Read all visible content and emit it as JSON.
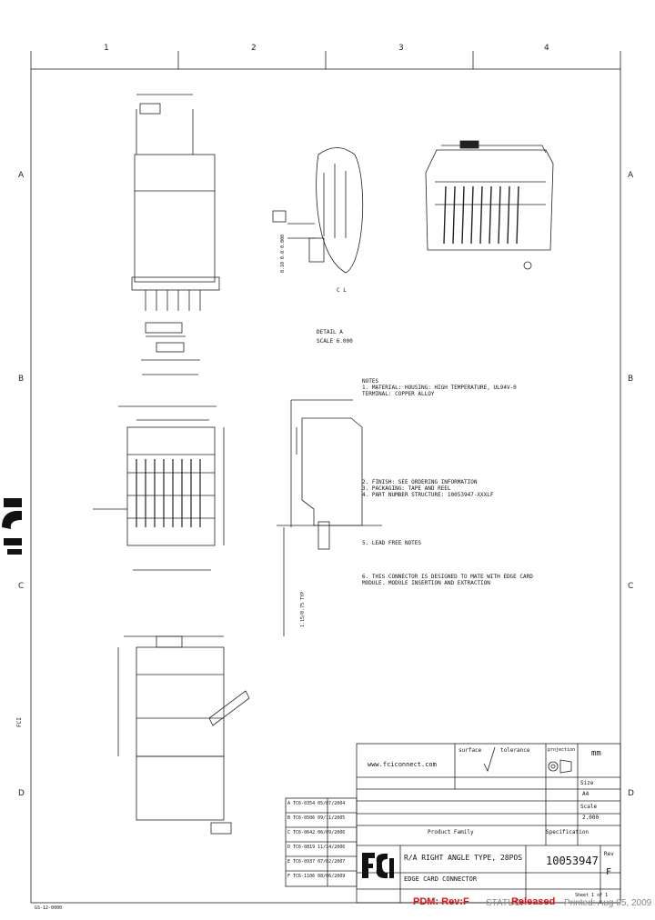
{
  "grid": {
    "columns": [
      "1",
      "2",
      "3",
      "4"
    ],
    "rows": [
      "A",
      "B",
      "C",
      "D"
    ]
  },
  "views": {
    "detail_label": "DETAIL A",
    "detail_scale": "SCALE 6.000"
  },
  "notes": {
    "heading": "NOTES",
    "lines": [
      "1. MATERIAL: HOUSING: HIGH TEMPERATURE, UL94V-0",
      "   TERMINAL: COPPER ALLOY",
      "2. FINISH: SEE ORDERING INFORMATION",
      "3. PACKAGING: TAPE AND REEL",
      "4. PART NUMBER STRUCTURE: 10053947-XXXLF",
      "5. LEAD FREE NOTES",
      "6. THIS CONNECTOR IS DESIGNED TO MATE WITH EDGE CARD",
      "   MODULE. MODULE INSERTION AND EXTRACTION"
    ]
  },
  "side_annotations": {
    "bottom_marker": "C L",
    "ref_vertical": "0.10 0.0 0.000",
    "lower_vertical": "1.15/0.75 TYP",
    "company_side": "FCI"
  },
  "title_block": {
    "website": "www.fciconnect.com",
    "surface_label": "surface",
    "tolerance_label": "tolerance",
    "projection_label": "projection",
    "units": "mm",
    "size_label": "Size",
    "size_value": "A4",
    "scale_label": "Scale",
    "scale_value": "2.000",
    "product_family_label": "Product Family",
    "spec_label": "Specification",
    "title_line1": "R/A RIGHT ANGLE TYPE, 28POS",
    "title_line2": "EDGE CARD CONNECTOR",
    "part_number": "10053947",
    "rev_label": "Rev",
    "rev_value": "F",
    "sheet": "Sheet 1 of 1"
  },
  "revisions": [
    {
      "rev": "A",
      "ecn": "TC6-0354",
      "date": "05/07/2004"
    },
    {
      "rev": "B",
      "ecn": "TC6-0506",
      "date": "09/11/2005"
    },
    {
      "rev": "C",
      "ecn": "TC6-0642",
      "date": "06/09/2006"
    },
    {
      "rev": "D",
      "ecn": "TC6-0819",
      "date": "11/14/2006"
    },
    {
      "rev": "E",
      "ecn": "TC6-0937",
      "date": "07/02/2007"
    },
    {
      "rev": "F",
      "ecn": "TC6-1106",
      "date": "08/06/2009"
    }
  ],
  "footer": {
    "pdm": "PDM: Rev:F",
    "status_prefix": "STATUS:",
    "status": "Released",
    "printed": "Printed: Aug 05, 2009",
    "bottom_code": "GS-12-0000"
  }
}
